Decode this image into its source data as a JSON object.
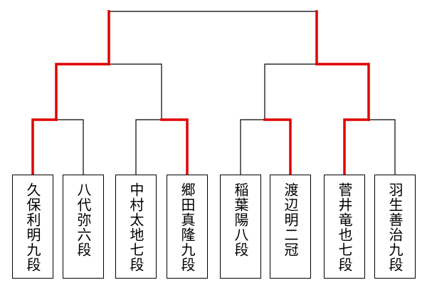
{
  "tournament": {
    "players": [
      {
        "name": "久保利明九段"
      },
      {
        "name": "八代弥六段"
      },
      {
        "name": "中村太地七段"
      },
      {
        "name": "郷田真隆九段"
      },
      {
        "name": "稲葉陽八段"
      },
      {
        "name": "渡辺明二冠"
      },
      {
        "name": "菅井竜也七段"
      },
      {
        "name": "羽生善治九段"
      }
    ],
    "results": {
      "round1": [
        "久保利明九段",
        "郷田真隆九段",
        "渡辺明二冠",
        "菅井竜也七段"
      ],
      "round2": [
        "久保利明九段",
        "菅井竜也七段"
      ],
      "final": "pending"
    },
    "colors": {
      "line": "#000000",
      "winner_path": "#e00000",
      "box_border": "#000000"
    }
  }
}
